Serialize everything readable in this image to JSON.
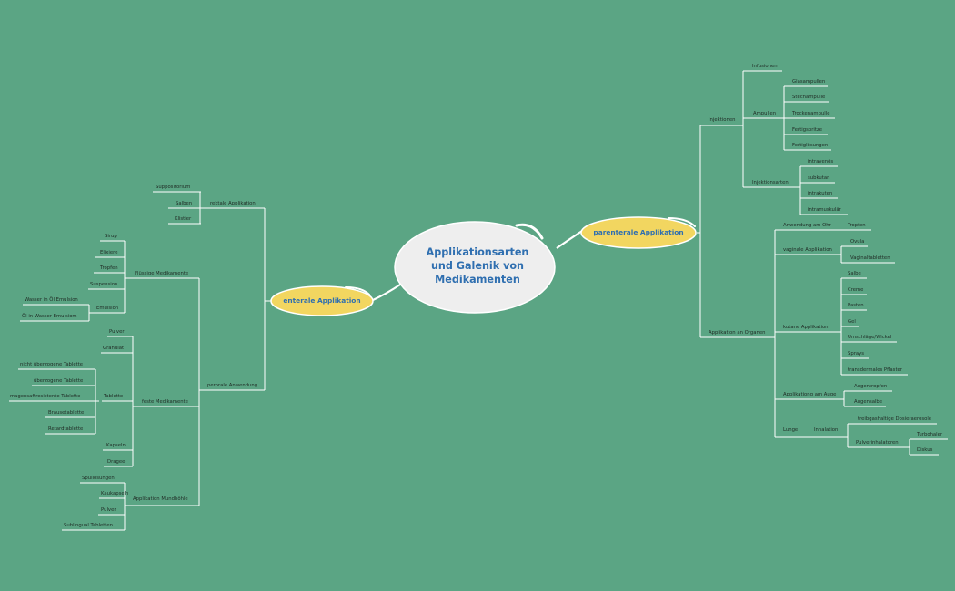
{
  "central": {
    "lines": [
      "Applikationsarten",
      "und Galenik von",
      "Medikamenten"
    ]
  },
  "enteral": {
    "title": "enterale Applikation",
    "rektal": {
      "label": "rektale Applikation",
      "items": [
        "Suppositorium",
        "Salben",
        "Klistier"
      ]
    },
    "peroral": {
      "label": "perorale Anwendung",
      "fluessig": {
        "label": "Flüssige Medikamente",
        "items": [
          "Sirup",
          "Elixiere",
          "Tropfen",
          "Suspension"
        ],
        "emulsion": {
          "label": "Emulsion",
          "items": [
            "Wasser in Öl Emulsion",
            "Öl in Wasser Emulsiom"
          ]
        }
      },
      "fest": {
        "label": "feste Medikamente",
        "items_top": [
          "Pulver",
          "Granulat"
        ],
        "tablette": {
          "label": "Tablette",
          "items": [
            "nicht überzogene Tablette",
            "überzogene Tablette",
            "magensaftresistente Tablette",
            "Brausetablette",
            "Retardtablette"
          ]
        },
        "items_bottom": [
          "Kapseln",
          "Dragee"
        ]
      },
      "mundhoehle": {
        "label": "Applikation Mundhöhle",
        "items": [
          "Spüllösungen",
          "Kaukapseln",
          "Pulver",
          "Sublingual Tabletten"
        ]
      }
    }
  },
  "parenteral": {
    "title": "parenterale Applikation",
    "injektionen": {
      "label": "Injektionen",
      "infusionen": "Infusionen",
      "ampullen": {
        "label": "Ampullen",
        "items": [
          "Glasampullen",
          "Stechampulle",
          "Trockenampulle",
          "Fertigspritze",
          "Fertiglösungen"
        ]
      },
      "arten": {
        "label": "Injektionsarten",
        "items": [
          "intravenös",
          "subkutan",
          "intrakuten",
          "intramuskulär"
        ]
      }
    },
    "organe": {
      "label": "Applikation an Organen",
      "ohr": {
        "label": "Anwendung am Ohr",
        "items": [
          "Tropfen"
        ]
      },
      "vaginal": {
        "label": "vaginale Applikation",
        "items": [
          "Ovula",
          "Vaginaltabletten"
        ]
      },
      "kutan": {
        "label": "kutane Applikation",
        "items": [
          "Salbe",
          "Creme",
          "Pasten",
          "Gel",
          "Umschläge/Wickel",
          "Sprays",
          "transdermales Pflaster"
        ]
      },
      "auge": {
        "label": "Applikationg am Auge",
        "items": [
          "Augentropfen",
          "Augensalbe"
        ]
      },
      "lunge": {
        "label": "Lunge",
        "inhalation": {
          "label": "Inhalation",
          "dosier": "treibgashaltige Dosieraerosole",
          "pulver": {
            "label": "Pulverinhalatoren",
            "items": [
              "Turbohaler",
              "Diskus"
            ]
          }
        }
      }
    }
  },
  "colors": {
    "background": "#5ba584",
    "line": "#ffffff",
    "central_fill": "#eeeeee",
    "main_node_fill": "#f2d660",
    "title_text": "#2f6fb0"
  }
}
